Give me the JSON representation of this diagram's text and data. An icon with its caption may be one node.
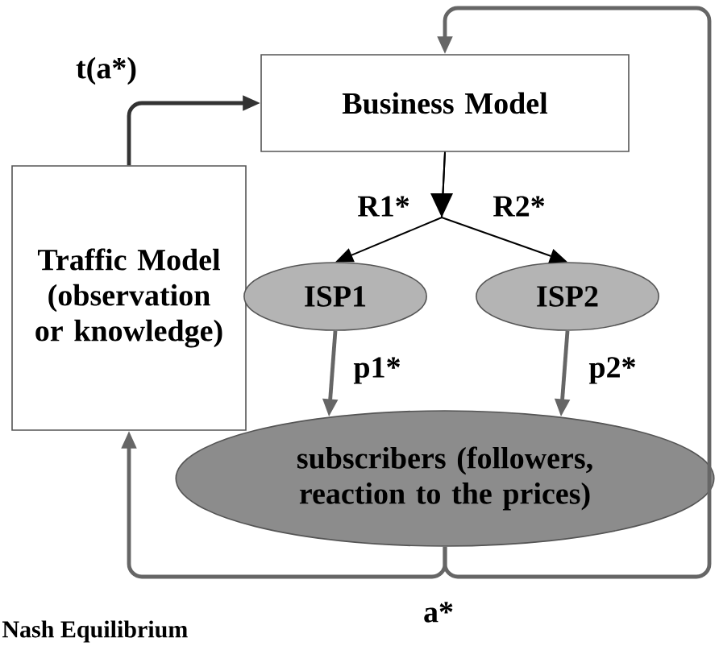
{
  "diagram": {
    "nodes": [
      {
        "text": [
          "Business Model"
        ]
      },
      {
        "text": [
          "Traffic Model (observation or knowledge)"
        ]
      },
      {
        "text": [
          "ISP1"
        ]
      },
      {
        "text": [
          "ISP2"
        ]
      },
      {
        "text": [
          "subscribers (followers, reaction to the prices)"
        ]
      }
    ],
    "edges": [
      {
        "from": 1,
        "to": 0,
        "arrow": "to",
        "label": "t(a*)",
        "color": "#333333"
      },
      {
        "from": 0,
        "to": 2,
        "arrow": "to",
        "label": "R1*",
        "color": "#000000"
      },
      {
        "from": 0,
        "to": 3,
        "arrow": "to",
        "label": "R2*",
        "color": "#000000"
      },
      {
        "from": 2,
        "to": 4,
        "arrow": "to",
        "label": "p1*"
      },
      {
        "from": 3,
        "to": 4,
        "arrow": "to",
        "label": "p2*"
      },
      {
        "from": 4,
        "to": 1,
        "arrow": "to",
        "label": "a*"
      },
      {
        "from": 4,
        "to": 0,
        "arrow": "to"
      }
    ],
    "labels": [
      "Nash Equilibrium"
    ]
  }
}
